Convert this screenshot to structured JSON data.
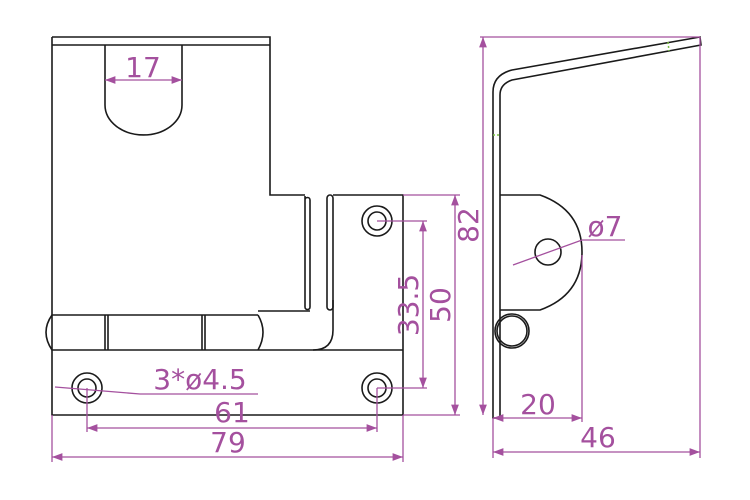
{
  "drawing": {
    "front_view": {
      "dimensions": {
        "slot_width": "17",
        "hole_spec": "3*ø4.5",
        "hole_spacing": "61",
        "overall_width": "79",
        "hole_vertical_spacing": "33.5",
        "plate_height": "50",
        "overall_height": "82"
      }
    },
    "side_view": {
      "dimensions": {
        "pin_hole_diameter": "ø7",
        "lug_depth": "20",
        "overall_depth": "46"
      }
    },
    "colors": {
      "outline": "#1a1a1a",
      "dimension": "#a4509e"
    }
  }
}
